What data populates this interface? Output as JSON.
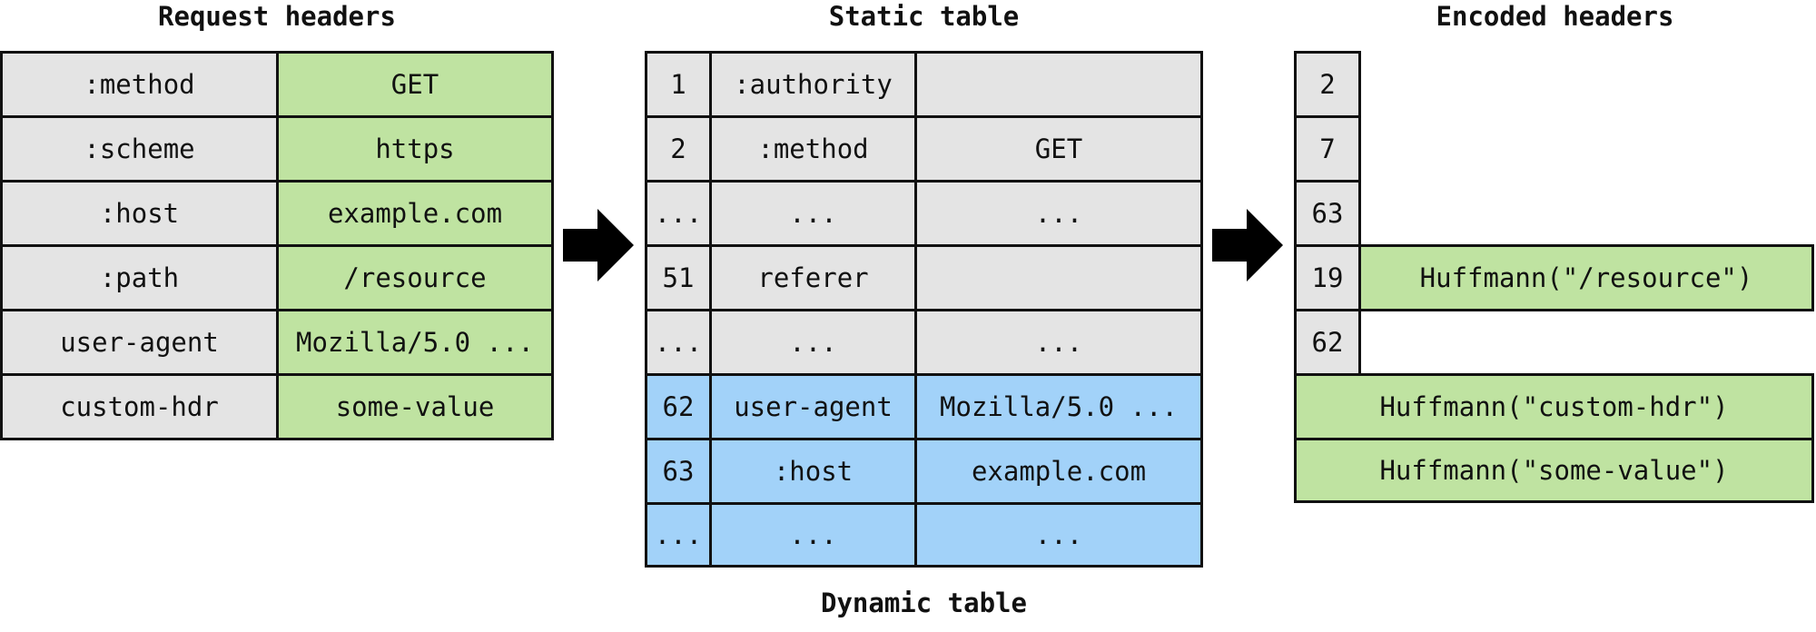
{
  "headings": {
    "request": "Request headers",
    "static": "Static table",
    "encoded": "Encoded headers",
    "dynamic": "Dynamic table"
  },
  "request_headers": [
    {
      "name": ":method",
      "value": "GET"
    },
    {
      "name": ":scheme",
      "value": "https"
    },
    {
      "name": ":host",
      "value": "example.com"
    },
    {
      "name": ":path",
      "value": "/resource"
    },
    {
      "name": "user-agent",
      "value": "Mozilla/5.0 ..."
    },
    {
      "name": "custom-hdr",
      "value": "some-value"
    }
  ],
  "static_table": [
    {
      "index": "1",
      "name": ":authority",
      "value": ""
    },
    {
      "index": "2",
      "name": ":method",
      "value": "GET"
    },
    {
      "index": "...",
      "name": "...",
      "value": "..."
    },
    {
      "index": "51",
      "name": "referer",
      "value": ""
    },
    {
      "index": "...",
      "name": "...",
      "value": "..."
    }
  ],
  "dynamic_table": [
    {
      "index": "62",
      "name": "user-agent",
      "value": "Mozilla/5.0 ..."
    },
    {
      "index": "63",
      "name": ":host",
      "value": "example.com"
    },
    {
      "index": "...",
      "name": "...",
      "value": "..."
    }
  ],
  "encoded_headers": {
    "indices": [
      "2",
      "7",
      "63",
      "19",
      "62"
    ],
    "path_literal": "Huffmann(\"/resource\")",
    "custom_name_literal": "Huffmann(\"custom-hdr\")",
    "custom_value_literal": "Huffmann(\"some-value\")"
  },
  "colors": {
    "grey": "#e4e4e4",
    "green": "#bfe3a1",
    "blue": "#a2d2f9",
    "border": "#111111"
  }
}
